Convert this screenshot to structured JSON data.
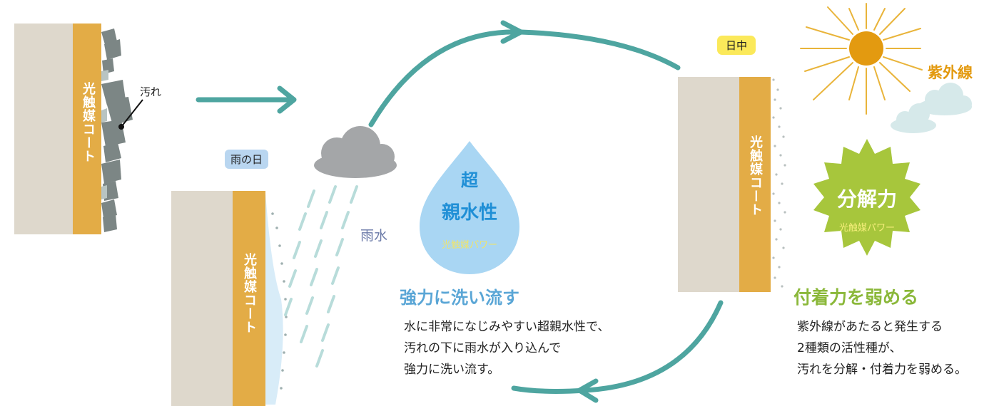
{
  "panel1": {
    "coat_label": "光触媒コート",
    "dirt_label": "汚れ"
  },
  "panel2": {
    "weather_label": "雨の日",
    "coat_label": "光触媒コート",
    "rain_label": "雨水"
  },
  "center": {
    "drop_line1": "超",
    "drop_line2": "親水性",
    "drop_sub": "光触媒パワー",
    "heading": "強力に洗い流す",
    "body": [
      "水に非常になじみやすい超親水性で、",
      "汚れの下に雨水が入り込んで",
      "強力に洗い流す。"
    ]
  },
  "panel3": {
    "time_label": "日中",
    "coat_label": "光触媒コート",
    "uv_label": "紫外線",
    "burst_title": "分解力",
    "burst_sub": "光触媒パワー",
    "heading": "付着力を弱める",
    "body": [
      "紫外線があたると発生する",
      "2種類の活性種が、",
      "汚れを分解・付着力を弱める。"
    ]
  },
  "colors": {
    "wall": "#ded8cc",
    "coat": "#e3ac46",
    "cycle_arrow": "#4ea5a0",
    "drop": "#a9d6f3",
    "drop_text": "#1f8fd6",
    "heading_blue": "#5aa6d6",
    "burst": "#a7c63c",
    "heading_green": "#8bb83a",
    "sun": "#e39a10",
    "uv_text": "#e39a10",
    "pill_blue": "#b9d6f0",
    "pill_yellow": "#fbe95a"
  }
}
